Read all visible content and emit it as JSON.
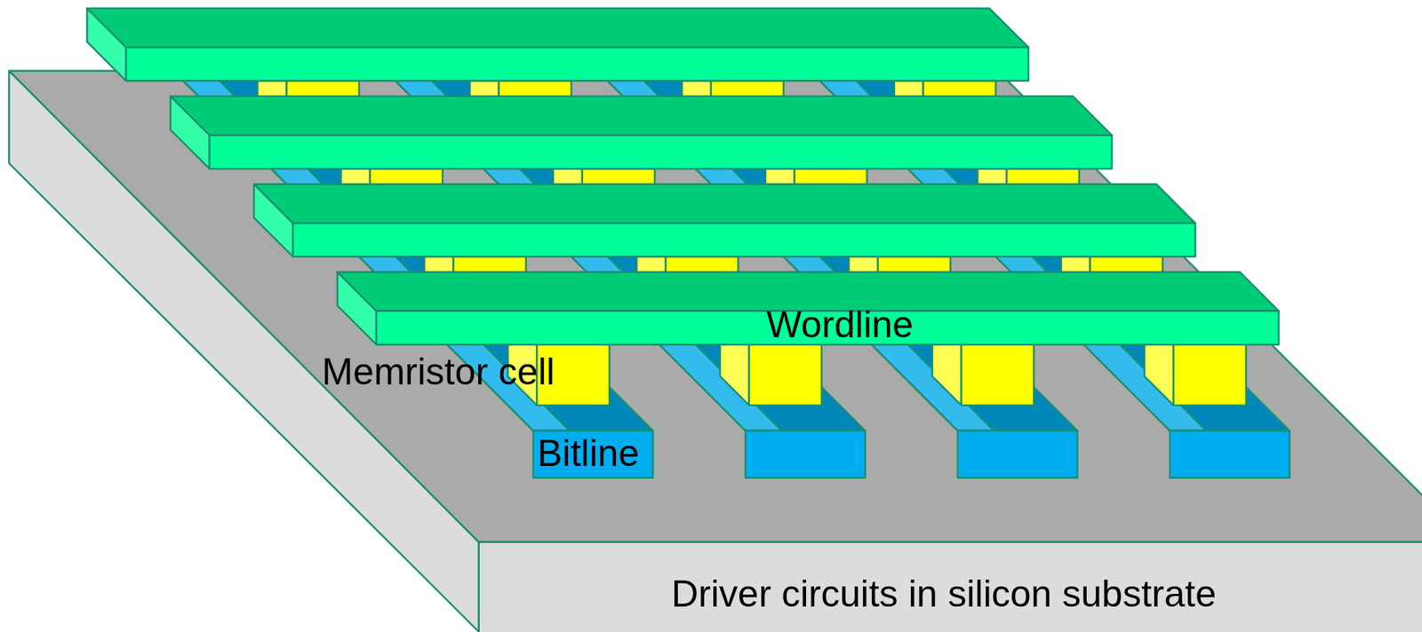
{
  "diagram": {
    "labels": [
      "Wordline",
      "Memristor cell",
      "Bitline",
      "Driver circuits in silicon substrate"
    ]
  }
}
